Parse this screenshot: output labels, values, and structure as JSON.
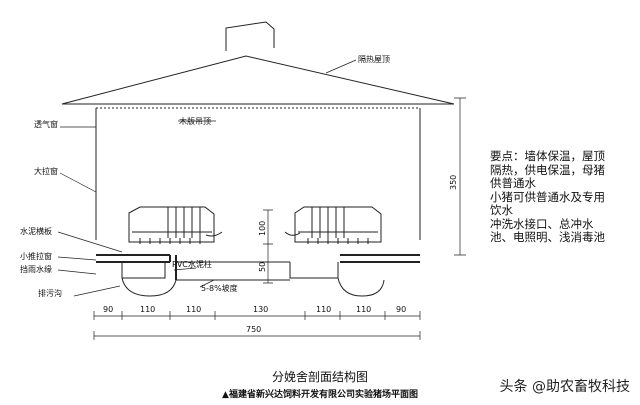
{
  "labels": {
    "roof_insulation": "隔热屋顶",
    "wood_ceiling": "木版吊顶",
    "vent_window": "透气窗",
    "big_window": "大拉窗",
    "cement_slab": "水泥横板",
    "small_window": "小推拉窗",
    "drip_line": "挡雨水缘",
    "pvc_column": "PVC水泥柱",
    "slope": "5-8%坡度",
    "sewage_ditch": "排污沟"
  },
  "dimensions": {
    "bottom": [
      "90",
      "110",
      "110",
      "130",
      "110",
      "110",
      "90"
    ],
    "total": "750",
    "height_total": "350",
    "height_upper": "100",
    "height_lower": "50"
  },
  "notes": [
    "要点：墙体保温，屋顶隔热，供电保温，母猪供普通水",
    "小猪可供普通水及专用饮水",
    "冲洗水接口、总冲水池、电照明、浅消毒池"
  ],
  "caption": {
    "title": "分娩舍剖面结构图",
    "subtitle": "▲福建省新兴达饲料开发有限公司实验猪场平面图"
  },
  "watermark": "头条 @助农畜牧科技"
}
